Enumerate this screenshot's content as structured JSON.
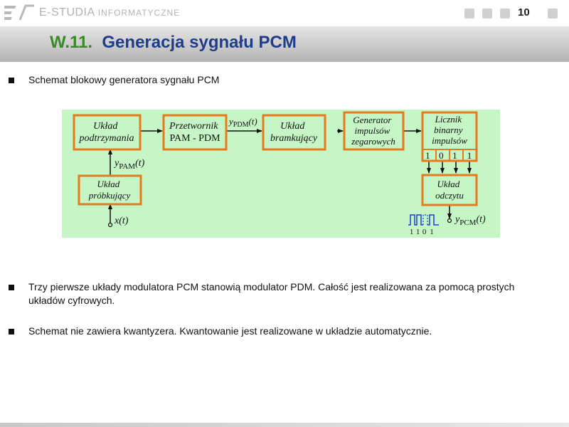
{
  "header": {
    "logo_text_main": "E-STUDIA",
    "logo_text_sub": "INFORMATYCZNE",
    "page_number": "10"
  },
  "title": {
    "number": "W.11.",
    "text": "Generacja sygnału PCM"
  },
  "bullets": [
    {
      "text": "Schemat blokowy generatora sygnału PCM"
    },
    {
      "text": "Trzy pierwsze układy modulatora PCM stanowią modulator PDM. Całość jest realizowana za pomocą prostych układów cyfrowych."
    },
    {
      "text": "Schemat nie zawiera kwantyzera. Kwantowanie jest realizowane w układzie automatycznie."
    }
  ],
  "diagram": {
    "colors": {
      "background": "#c6f5c6",
      "box_border": "#e87a1e",
      "arrow": "#111111"
    },
    "blocks": {
      "podtrzymania": [
        "Układ",
        "podtrzymania"
      ],
      "przetwornik": [
        "Przetwornik",
        "PAM - PDM"
      ],
      "bramkujacy": [
        "Układ",
        "bramkujący"
      ],
      "generator": [
        "Generator",
        "impulsów",
        "zegarowych"
      ],
      "licznik": [
        "Licznik",
        "binarny",
        "impulsów"
      ],
      "probkujacy": [
        "Układ",
        "próbkujący"
      ],
      "odczytu": [
        "Układ",
        "odczytu"
      ]
    },
    "signals": {
      "y_pdm": {
        "base": "y",
        "sub": "PDM",
        "arg": "(t)"
      },
      "y_pam": {
        "base": "y",
        "sub": "PAM",
        "arg": "(t)"
      },
      "x": {
        "base": "x",
        "arg": "(t)"
      },
      "y_pcm": {
        "base": "y",
        "sub": "PCM",
        "arg": "(t)"
      }
    },
    "counter_bits": [
      "1",
      "0",
      "1",
      "1"
    ],
    "output_bits": [
      "1",
      "1",
      "0",
      "1"
    ]
  }
}
